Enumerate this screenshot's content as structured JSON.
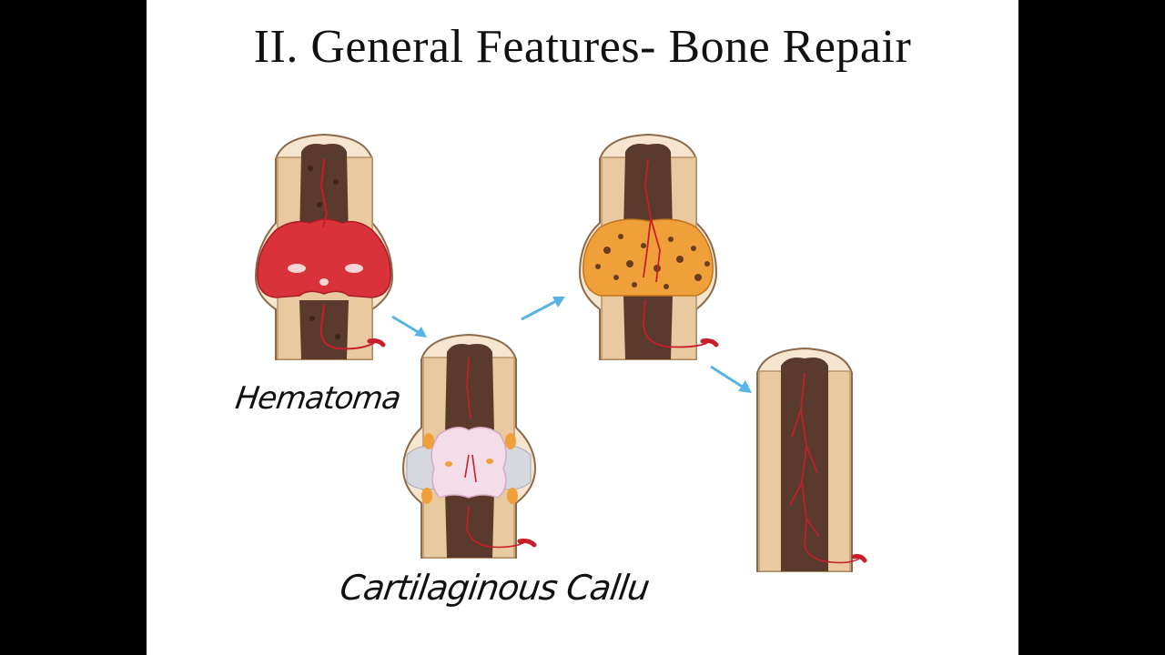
{
  "title": "II.  General Features- Bone Repair",
  "annotations": {
    "hematoma": "Hematoma",
    "cartilaginous": "Cartilaginous Callu"
  },
  "colors": {
    "background": "#000000",
    "slide": "#ffffff",
    "bone_tan": "#e9c9a0",
    "marrow": "#5a3a2c",
    "hematoma_red": "#d9323a",
    "cartilage_pink": "#f3dde9",
    "bony_callus_orange": "#f0a03a",
    "vessel_red": "#c81e2a",
    "arrow_blue": "#57b5e6"
  },
  "icons": [
    "stage-hematoma-illustration",
    "stage-cartilaginous-callus-illustration",
    "stage-bony-callus-illustration",
    "stage-remodeled-bone-illustration",
    "arrow-icon"
  ]
}
